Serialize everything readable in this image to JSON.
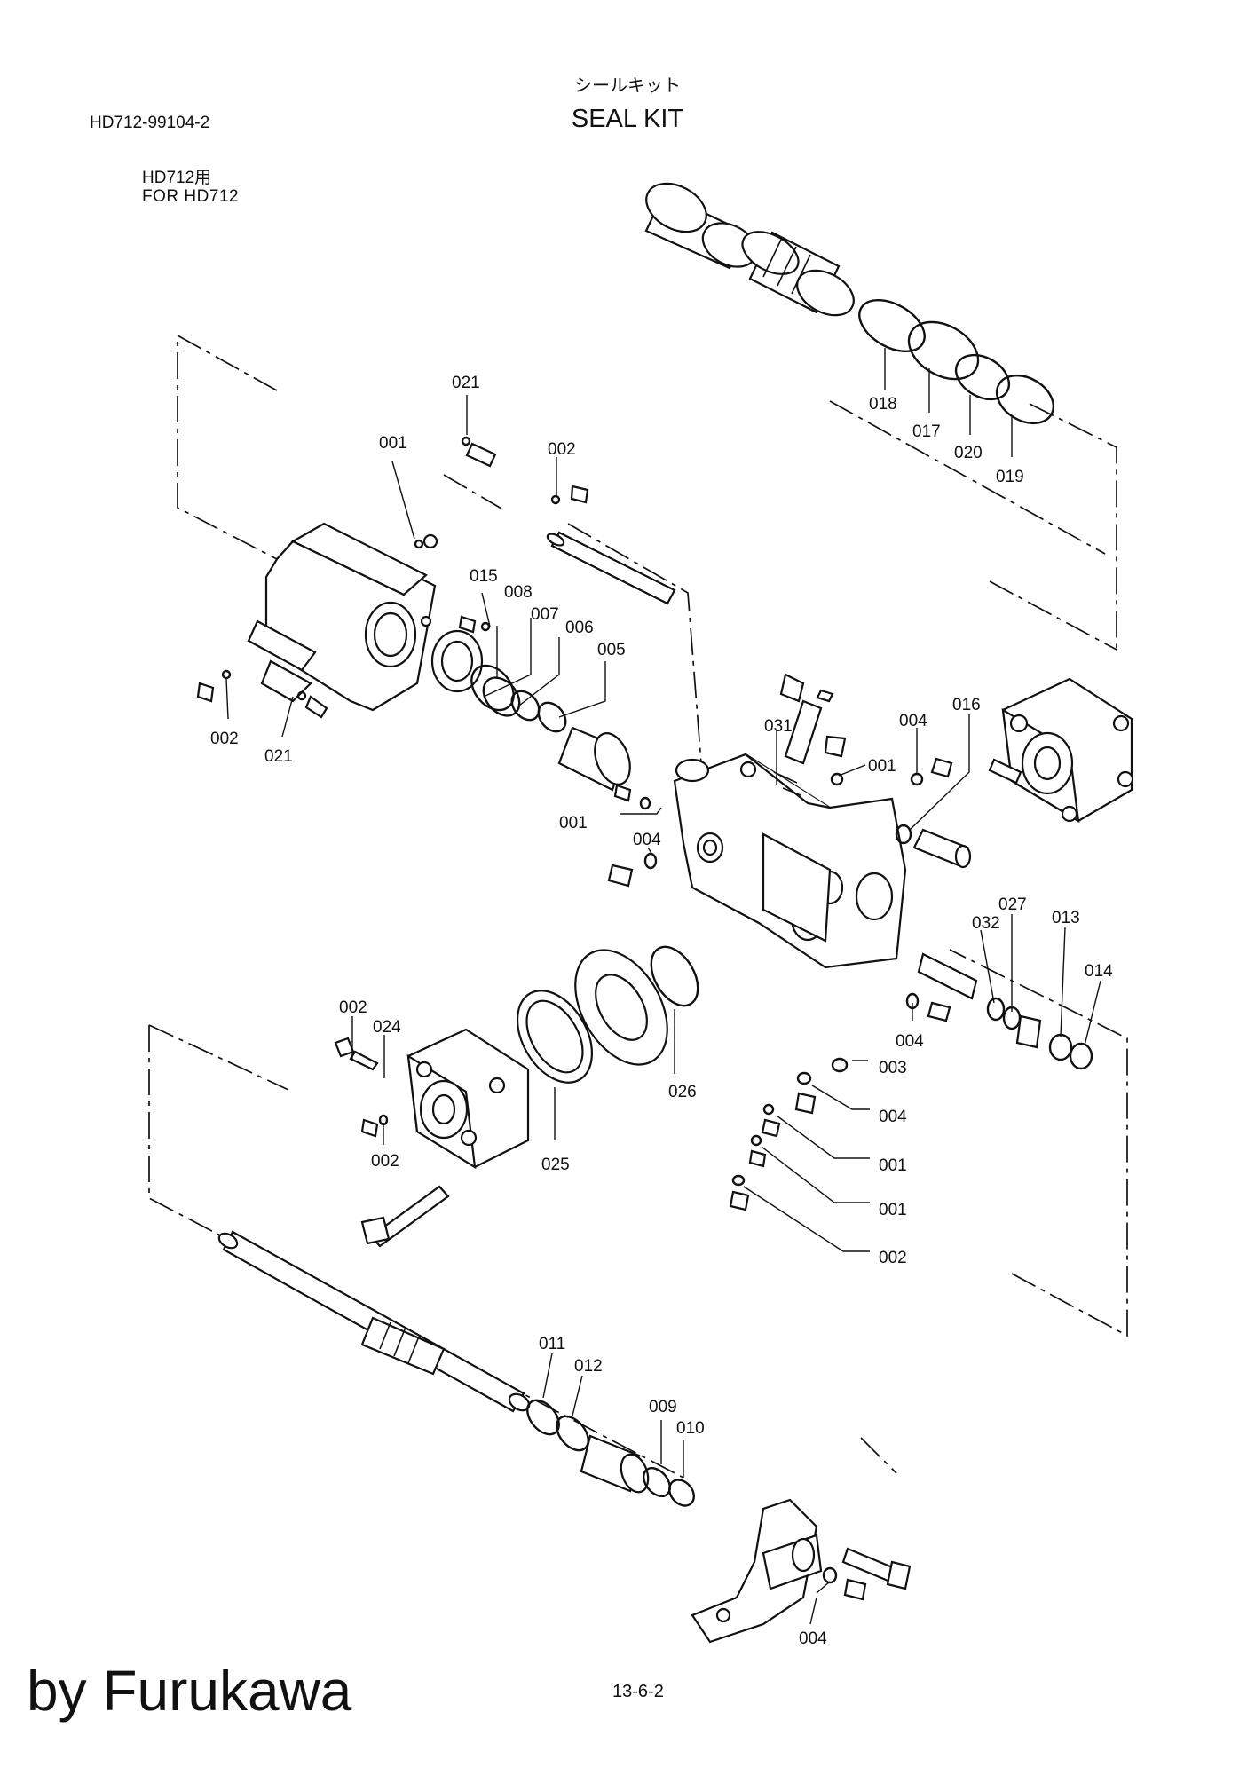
{
  "header": {
    "doc_code": "HD712-99104-2",
    "title_jp": "シールキット",
    "title_en": "SEAL KIT",
    "model_jp": "HD712用",
    "model_en": "FOR HD712"
  },
  "footer": {
    "brand": "by Furukawa",
    "page": "13-6-2"
  },
  "callouts": [
    {
      "id": "c1",
      "text": "021"
    },
    {
      "id": "c2",
      "text": "001"
    },
    {
      "id": "c3",
      "text": "002"
    },
    {
      "id": "c4",
      "text": "015"
    },
    {
      "id": "c5",
      "text": "008"
    },
    {
      "id": "c6",
      "text": "007"
    },
    {
      "id": "c7",
      "text": "006"
    },
    {
      "id": "c8",
      "text": "005"
    },
    {
      "id": "c9",
      "text": "002"
    },
    {
      "id": "c10",
      "text": "021"
    },
    {
      "id": "c11",
      "text": "018"
    },
    {
      "id": "c12",
      "text": "017"
    },
    {
      "id": "c13",
      "text": "020"
    },
    {
      "id": "c14",
      "text": "019"
    },
    {
      "id": "c15",
      "text": "031"
    },
    {
      "id": "c16",
      "text": "004"
    },
    {
      "id": "c17",
      "text": "001"
    },
    {
      "id": "c18",
      "text": "016"
    },
    {
      "id": "c19",
      "text": "001"
    },
    {
      "id": "c20",
      "text": "004"
    },
    {
      "id": "c21",
      "text": "027"
    },
    {
      "id": "c22",
      "text": "032"
    },
    {
      "id": "c23",
      "text": "013"
    },
    {
      "id": "c24",
      "text": "014"
    },
    {
      "id": "c25",
      "text": "004"
    },
    {
      "id": "c26",
      "text": "003"
    },
    {
      "id": "c27",
      "text": "004"
    },
    {
      "id": "c28",
      "text": "001"
    },
    {
      "id": "c29",
      "text": "001"
    },
    {
      "id": "c30",
      "text": "002"
    },
    {
      "id": "c31",
      "text": "002"
    },
    {
      "id": "c32",
      "text": "024"
    },
    {
      "id": "c33",
      "text": "002"
    },
    {
      "id": "c34",
      "text": "025"
    },
    {
      "id": "c35",
      "text": "026"
    },
    {
      "id": "c36",
      "text": "011"
    },
    {
      "id": "c37",
      "text": "012"
    },
    {
      "id": "c38",
      "text": "009"
    },
    {
      "id": "c39",
      "text": "010"
    },
    {
      "id": "c40",
      "text": "004"
    }
  ]
}
